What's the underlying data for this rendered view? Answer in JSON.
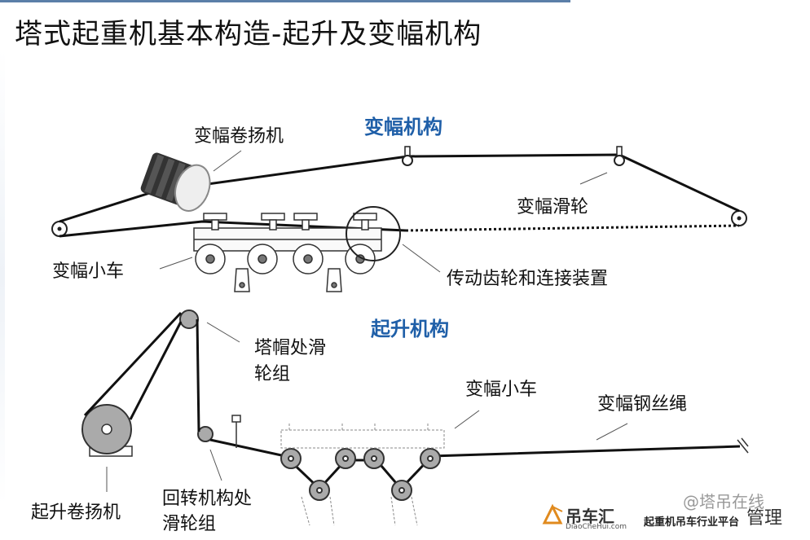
{
  "title": "塔式起重机基本构造-起升及变幅机构",
  "sections": {
    "luffing": "变幅机构",
    "hoist": "起升机构"
  },
  "labels": {
    "luffing_winch": "变幅卷扬机",
    "luffing_pulley": "变幅滑轮",
    "luffing_trolley_top": "变幅小车",
    "gear_connection": "传动齿轮和连接装置",
    "tower_cap_pulley_line1": "塔帽处滑",
    "tower_cap_pulley_line2": "轮组",
    "luffing_trolley_bottom": "变幅小车",
    "luffing_wire_rope": "变幅钢丝绳",
    "hoist_winch": "起升卷扬机",
    "slewing_pulley_line1": "回转机构处",
    "slewing_pulley_line2": "滑轮组"
  },
  "watermark": {
    "brand": "吊车汇",
    "domain": "DiaoCheHui.com",
    "right_main": "@塔吊在线",
    "right_sub": "起重机吊车行业平台",
    "right_tail": "管理"
  },
  "colors": {
    "section": "#1f5fa8",
    "rope": "#111111",
    "pulley": "#b0b0b0"
  }
}
